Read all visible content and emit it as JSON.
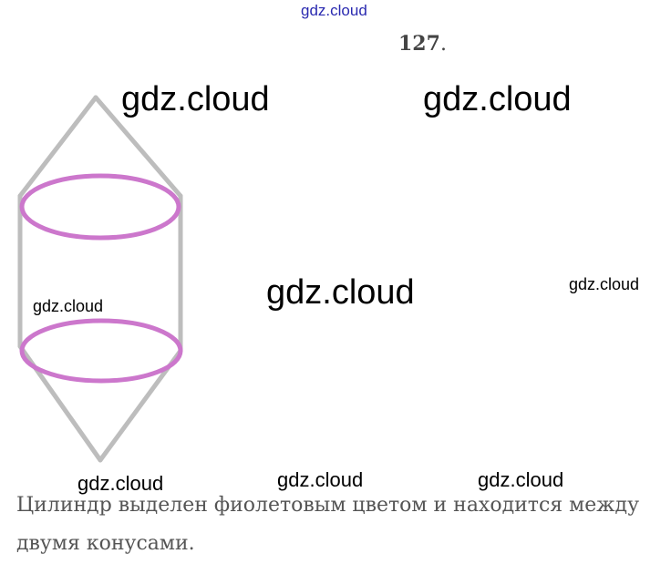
{
  "watermark": "gdz.cloud",
  "problem_number": "127",
  "problem_number_suffix": ".",
  "answer_text": "Цилиндр выделен фиолетовым цветом и находится между двумя конусами.",
  "figure": {
    "cone_color": "#bdbdbd",
    "cylinder_color": "#cc77cc"
  }
}
